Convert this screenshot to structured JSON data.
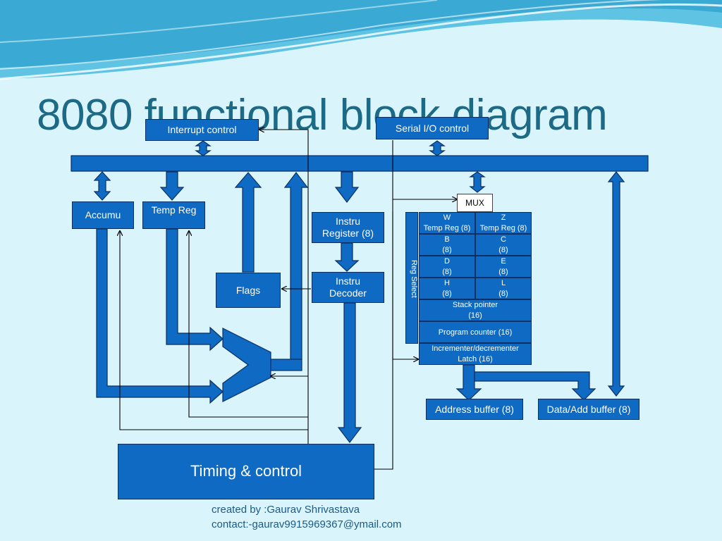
{
  "title": "8080 functional block diagram",
  "blocks": {
    "interrupt_control": "Interrupt control",
    "serial_io_control": "Serial I/O control",
    "mux": "MUX",
    "accumu": "Accumu",
    "temp_reg": "Temp Reg",
    "instru_register_line1": "Instru",
    "instru_register_line2": "Register (8)",
    "instru_decoder_line1": "Instru",
    "instru_decoder_line2": "Decoder",
    "flags": "Flags",
    "reg_select": "Reg Select",
    "address_buffer": "Address buffer (8)",
    "data_add_buffer": "Data/Add buffer (8)",
    "timing_control": "Timing & control"
  },
  "registers": [
    {
      "left_name": "W",
      "left_size": "Temp Reg (8)",
      "right_name": "Z",
      "right_size": "Temp Reg (8)"
    },
    {
      "left_name": "B",
      "left_size": "(8)",
      "right_name": "C",
      "right_size": "(8)"
    },
    {
      "left_name": "D",
      "left_size": "(8)",
      "right_name": "E",
      "right_size": "(8)"
    },
    {
      "left_name": "H",
      "left_size": "(8)",
      "right_name": "L",
      "right_size": "(8)"
    }
  ],
  "wide_registers": {
    "stack_pointer_line1": "Stack pointer",
    "stack_pointer_line2": "(16)",
    "program_counter": "Program counter (16)",
    "inc_dec_line1": "Incrementer/decrementer",
    "inc_dec_line2": "Latch (16)"
  },
  "credits": {
    "created_by": "created by :Gaurav Shrivastava",
    "contact": "contact:-gaurav9915969367@ymail.com"
  },
  "colors": {
    "block_fill": "#0e6ac3",
    "block_border": "#0b2f63",
    "title": "#1c6a86",
    "background": "#d9f5fb"
  }
}
